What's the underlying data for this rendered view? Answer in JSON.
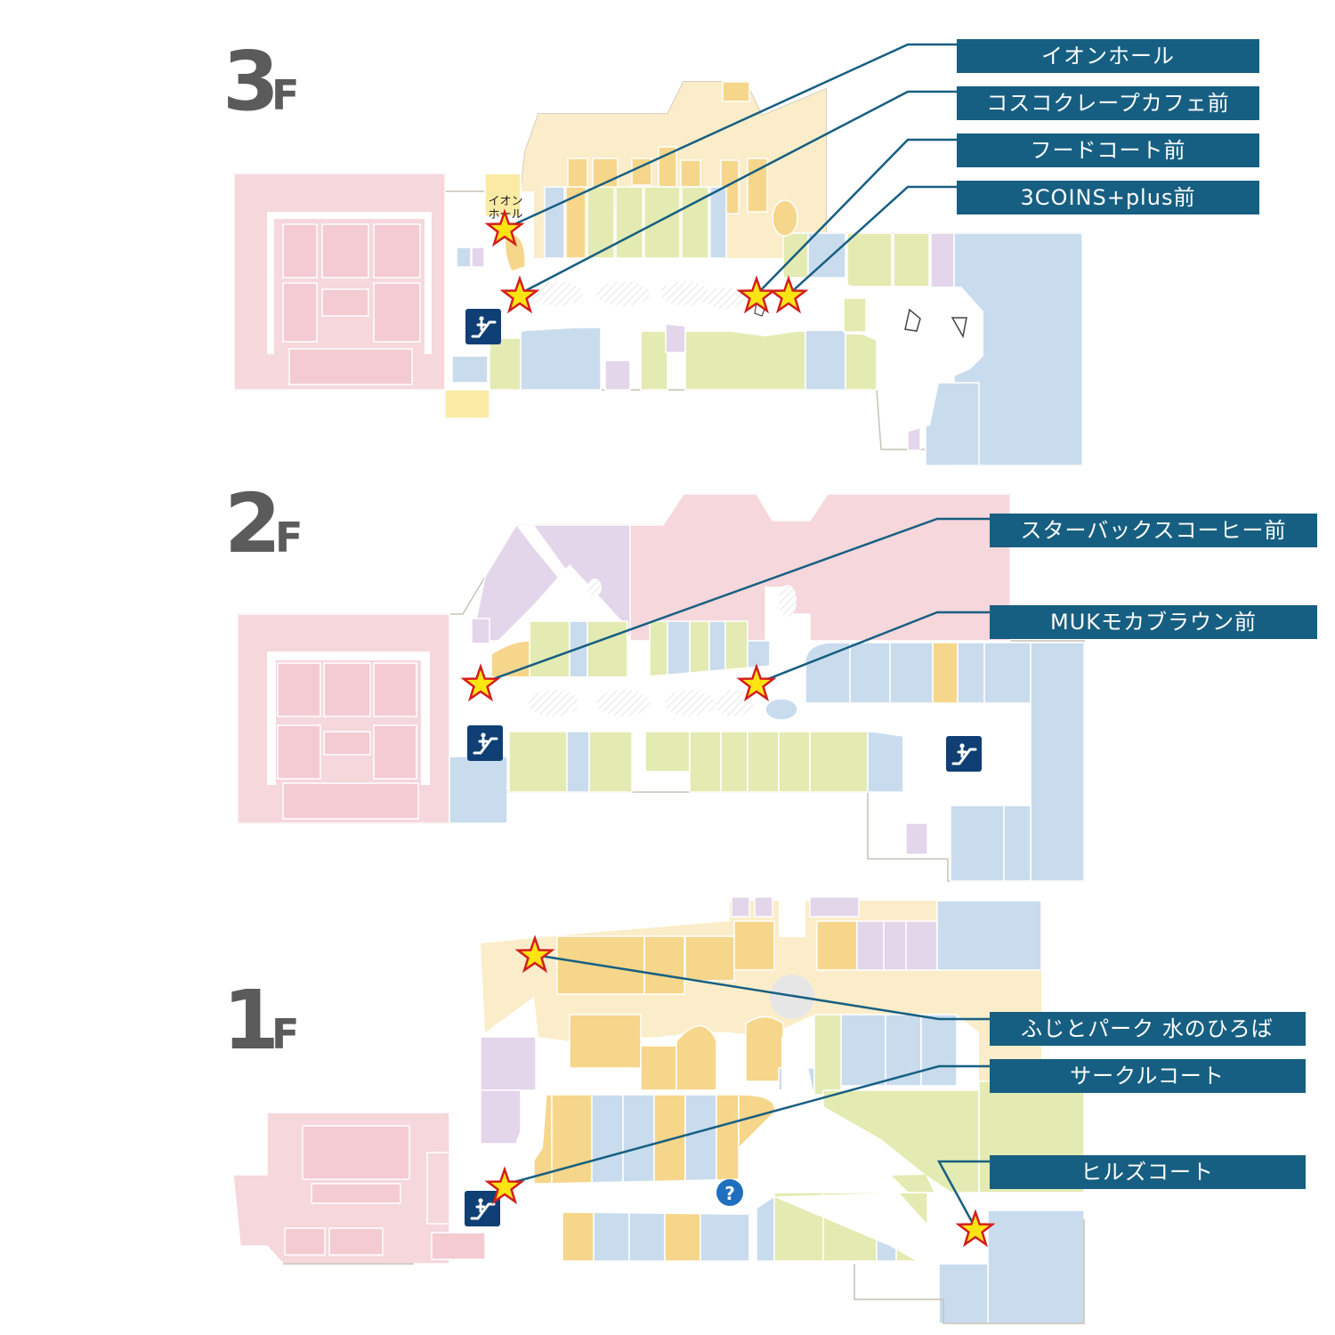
{
  "floors": [
    {
      "id": "3F",
      "number": "3",
      "suffix": "F"
    },
    {
      "id": "2F",
      "number": "2",
      "suffix": "F"
    },
    {
      "id": "1F",
      "number": "1",
      "suffix": "F"
    }
  ],
  "map_labels": {
    "aeon_hall_line1": "イオン",
    "aeon_hall_line2": "ホール",
    "info_glyph": "?"
  },
  "callouts": {
    "f3": [
      "イオンホール",
      "コスコクレープカフェ前",
      "フードコート前",
      "3COINS+plus前"
    ],
    "f2": [
      "スターバックスコーヒー前",
      "MUKモカブラウン前"
    ],
    "f1": [
      "ふじとパーク 水のひろば",
      "サークルコート",
      "ヒルズコート"
    ]
  },
  "icons": {
    "marker": "star-icon",
    "escalator": "escalator-icon",
    "information": "information-icon"
  },
  "colors": {
    "callout_box": "#175f82",
    "leader_line": "#175f82",
    "star_fill": "#ffe414",
    "star_stroke": "#d31d1d",
    "zone_pink": "#f5d7dc",
    "zone_cream": "#fbedc9",
    "zone_orange": "#f6d68b",
    "zone_green": "#e3ebb2",
    "zone_blue": "#c9dcee",
    "zone_violet": "#e3d5ea",
    "escalator_bg": "#0f3f74",
    "info_bg": "#1f6fbf"
  }
}
